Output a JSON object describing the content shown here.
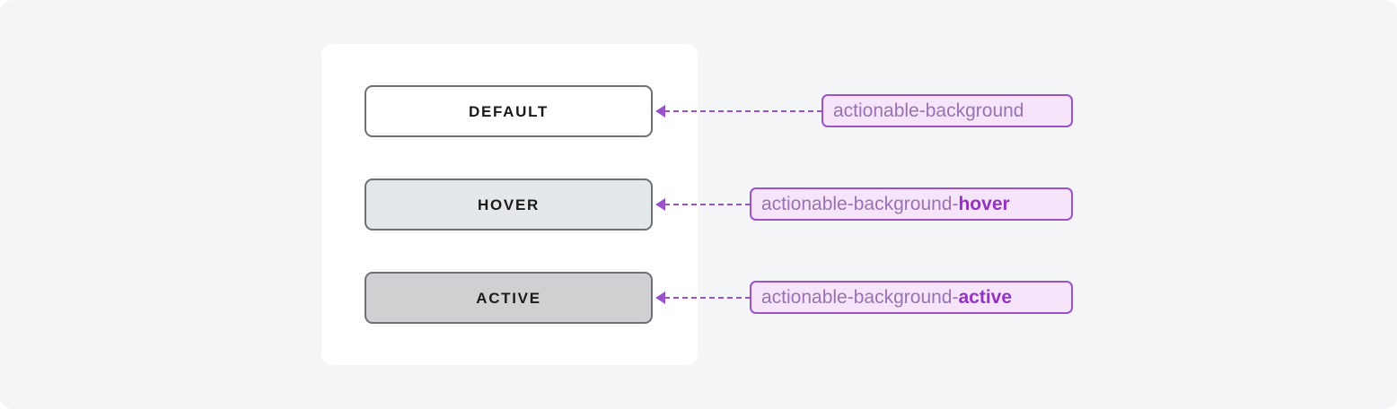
{
  "page": {
    "background_color": "#f4f5f7",
    "card_background_color": "#ffffff"
  },
  "colors": {
    "accent_purple": "#9b51c9",
    "pill_fill": "#f6e4fa",
    "token_base_text": "#9b72b0",
    "token_accent_text": "#9333c4",
    "button_border": "#6b7077",
    "button_label_text": "#1a1a1a"
  },
  "rows": [
    {
      "state": "default",
      "button_label": "DEFAULT",
      "button_fill": "#ffffff",
      "token_base": "actionable-background",
      "token_accent": ""
    },
    {
      "state": "hover",
      "button_label": "HOVER",
      "button_fill": "#e4e8eb",
      "token_base": "actionable-background-",
      "token_accent": "hover"
    },
    {
      "state": "active",
      "button_label": "ACTIVE",
      "button_fill": "#d0d0d3",
      "token_base": "actionable-background-",
      "token_accent": "active"
    }
  ]
}
